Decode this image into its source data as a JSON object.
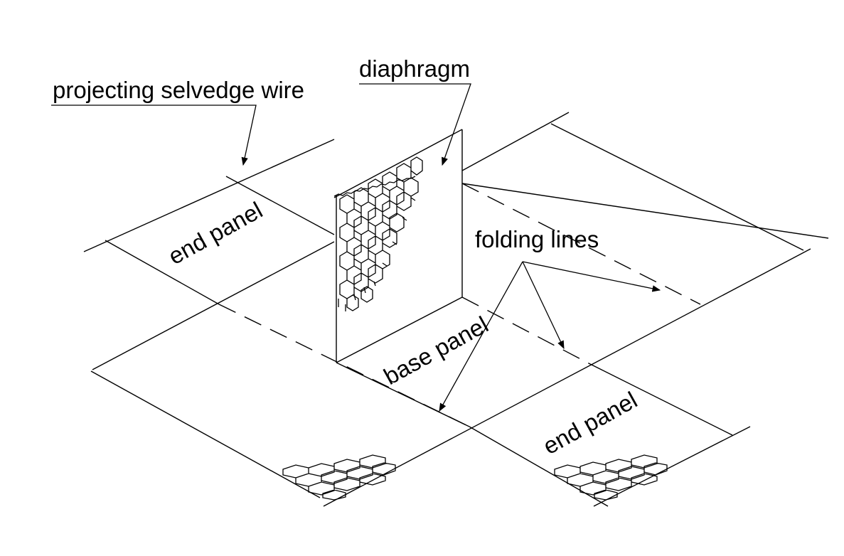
{
  "labels": {
    "projecting_selvedge_wire": "projecting selvedge wire",
    "diaphragm": "diaphragm",
    "folding_lines": "folding lines",
    "end_panel_left": "end panel",
    "base_panel": "base panel",
    "end_panel_right": "end panel"
  }
}
